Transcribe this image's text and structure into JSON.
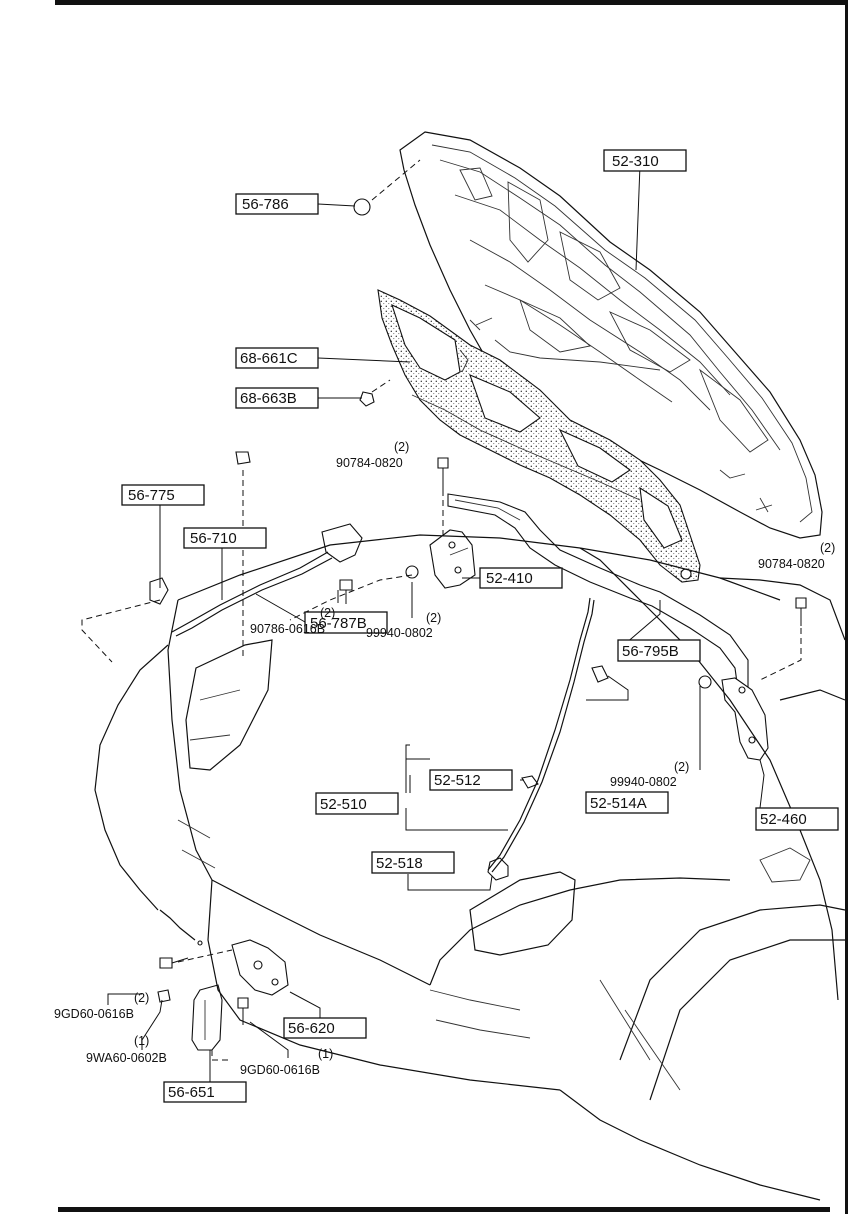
{
  "parts": {
    "p52_310": "52-310",
    "p56_786": "56-786",
    "p68_661c": "68-661C",
    "p68_663b": "68-663B",
    "p56_775": "56-775",
    "p56_710": "56-710",
    "p52_410": "52-410",
    "p56_787b": "56-787B",
    "p56_795b": "56-795B",
    "p52_512": "52-512",
    "p52_510": "52-510",
    "p52_514a": "52-514A",
    "p52_460": "52-460",
    "p52_518": "52-518",
    "p56_620": "56-620",
    "p56_651": "56-651"
  },
  "hardware": {
    "bolt_90784_left": {
      "qty": "(2)",
      "code": "90784-0820"
    },
    "bolt_90784_right": {
      "qty": "(2)",
      "code": "90784-0820"
    },
    "bolt_90786": {
      "qty": "(2)",
      "code": "90786-0616B"
    },
    "nut_99940_left": {
      "qty": "(2)",
      "code": "99940-0802"
    },
    "nut_99940_right": {
      "qty": "(2)",
      "code": "99940-0802"
    },
    "bolt_9gd60_left": {
      "qty": "(2)",
      "code": "9GD60-0616B"
    },
    "bolt_9wa60": {
      "qty": "(1)",
      "code": "9WA60-0602B"
    },
    "bolt_9gd60_right": {
      "qty": "(1)",
      "code": "9GD60-0616B"
    }
  }
}
